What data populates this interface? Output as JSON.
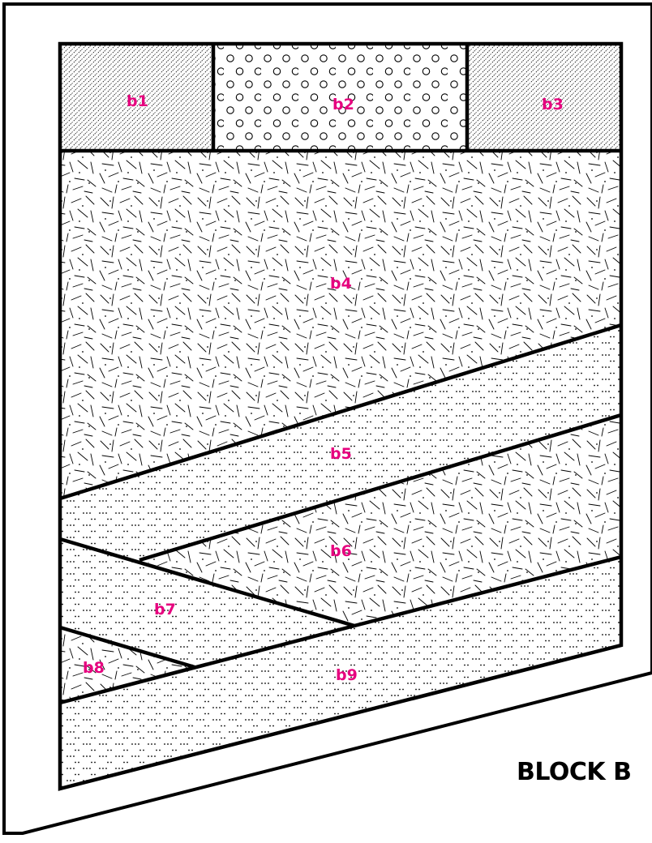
{
  "title": "BLOCK B",
  "label_color": "#e6007e",
  "line_color": "#000000",
  "units": {
    "b1": {
      "label": "b1",
      "pattern": "diagonal-hatch"
    },
    "b2": {
      "label": "b2",
      "pattern": "open-circles"
    },
    "b3": {
      "label": "b3",
      "pattern": "diagonal-hatch"
    },
    "b4": {
      "label": "b4",
      "pattern": "random-dashes"
    },
    "b5": {
      "label": "b5",
      "pattern": "fine-dots"
    },
    "b6": {
      "label": "b6",
      "pattern": "random-dashes"
    },
    "b7": {
      "label": "b7",
      "pattern": "fine-dots"
    },
    "b8": {
      "label": "b8",
      "pattern": "random-dashes"
    },
    "b9": {
      "label": "b9",
      "pattern": "fine-dots"
    }
  }
}
